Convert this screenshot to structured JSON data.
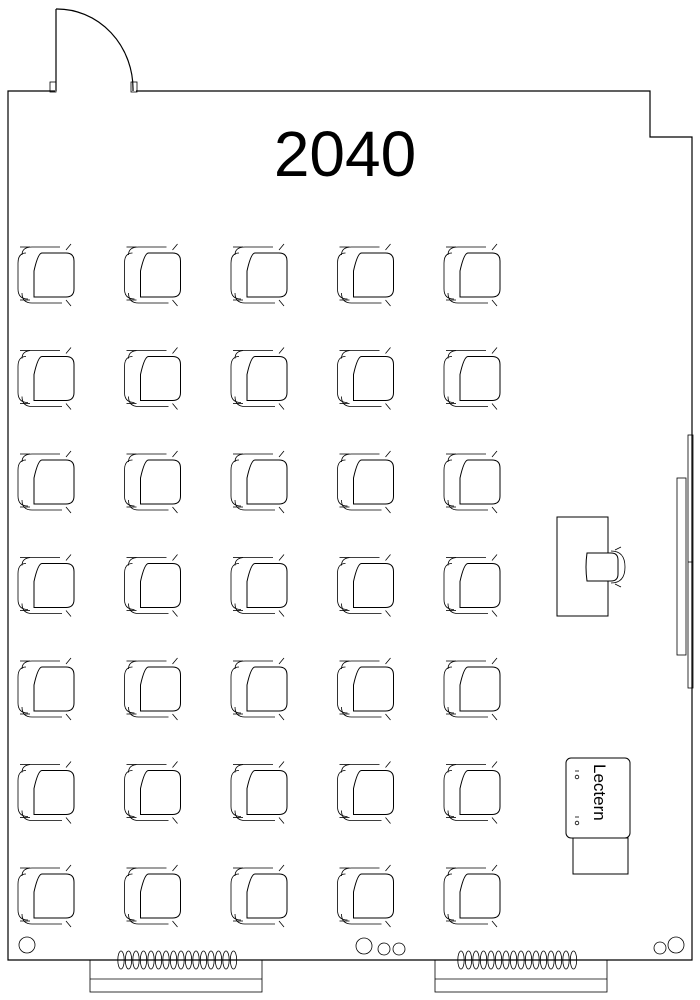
{
  "room": {
    "number": "2040"
  },
  "lectern": {
    "label": "Lectern"
  },
  "seating": {
    "rows": 7,
    "columns": 5,
    "orientation": "facing-right"
  },
  "instructor_desk": {
    "has_chair": true
  }
}
